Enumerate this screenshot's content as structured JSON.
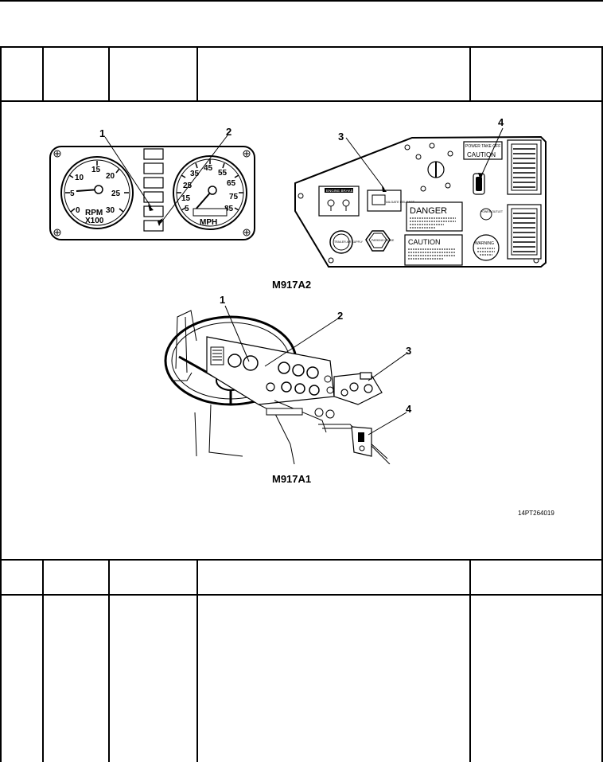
{
  "figure": {
    "m917a2_caption": "M917A2",
    "m917a1_caption": "M917A1",
    "figure_id": "14PT264019",
    "callouts": [
      "1",
      "2",
      "3",
      "4"
    ]
  },
  "gauges": {
    "tach_label": "RPM",
    "tach_scale": "X100",
    "tach_ticks": [
      "0",
      "5",
      "10",
      "15",
      "20",
      "25",
      "30"
    ],
    "speed_label": "MPH",
    "speed_ticks": [
      "5",
      "15",
      "25",
      "35",
      "45",
      "55",
      "65",
      "75",
      "85"
    ]
  },
  "switch_panel": {
    "engine_brake": "ENGINE BRAKE",
    "tailgate_release": "TAILGATE RELEASE",
    "pto_label": "POWER TAKE OFF",
    "caution_top": "CAUTION",
    "danger": "DANGER",
    "caution_bottom": "CAUTION",
    "warning": "WARNING",
    "trailer_air_supply": "TRAILER AIR SUPPLY",
    "parking_brake": "PARKING BRAKE",
    "convenience_outlet": "POWER OUTLET"
  }
}
